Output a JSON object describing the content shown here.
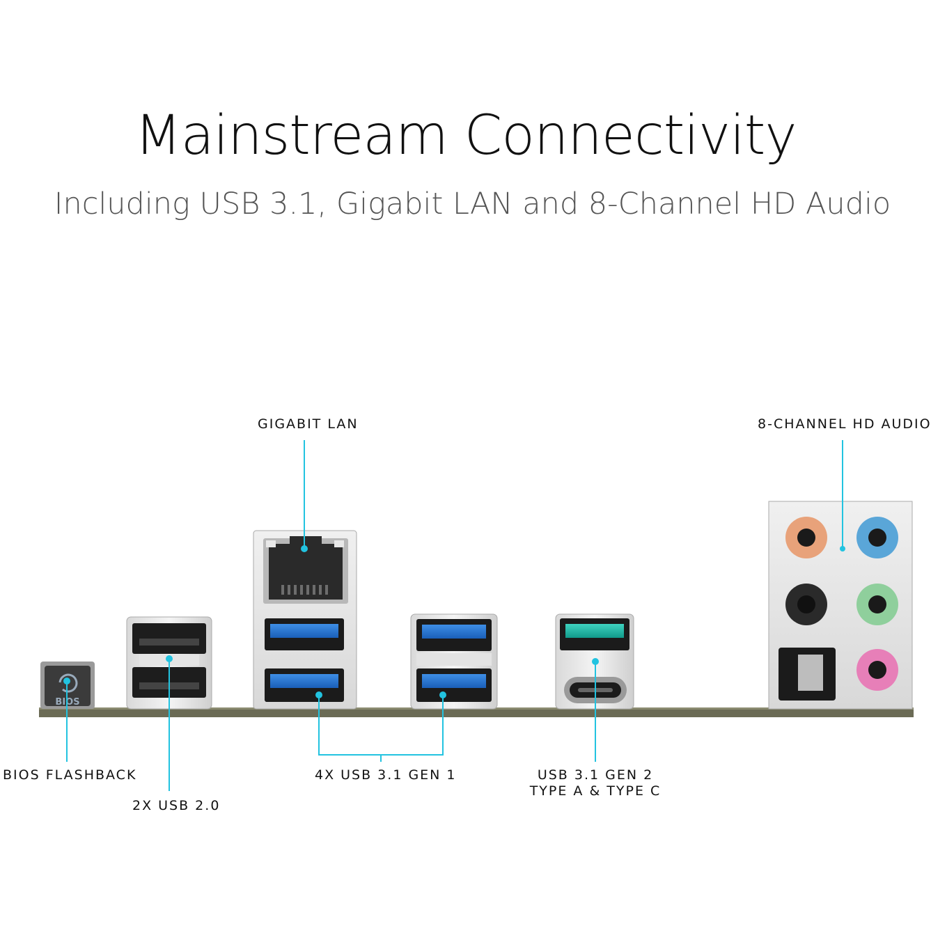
{
  "heading": {
    "title": "Mainstream Connectivity",
    "subtitle": "Including USB 3.1, Gigabit LAN and 8-Channel HD Audio"
  },
  "callouts": {
    "gigabit_lan": "GIGABIT LAN",
    "hd_audio": "8-CHANNEL HD AUDIO",
    "bios_flashback": "BIOS FLASHBACK",
    "usb20": "2X USB 2.0",
    "usb31_gen1": "4X USB 3.1 GEN 1",
    "usb31_gen2_line1": "USB 3.1 GEN 2",
    "usb31_gen2_line2": "TYPE A & TYPE C"
  },
  "bios_button": {
    "text": "BIOS",
    "icon": "refresh-icon"
  },
  "colors": {
    "callout_line": "#22c3e0",
    "usb3_blue": "#1e6fd1",
    "usb_gen2_teal": "#17b5a6",
    "audio_orange": "#e8a27a",
    "audio_blue": "#5aa6d8",
    "audio_green": "#8fcf9c",
    "audio_pink": "#e77fb8",
    "audio_black": "#2a2a2a"
  }
}
